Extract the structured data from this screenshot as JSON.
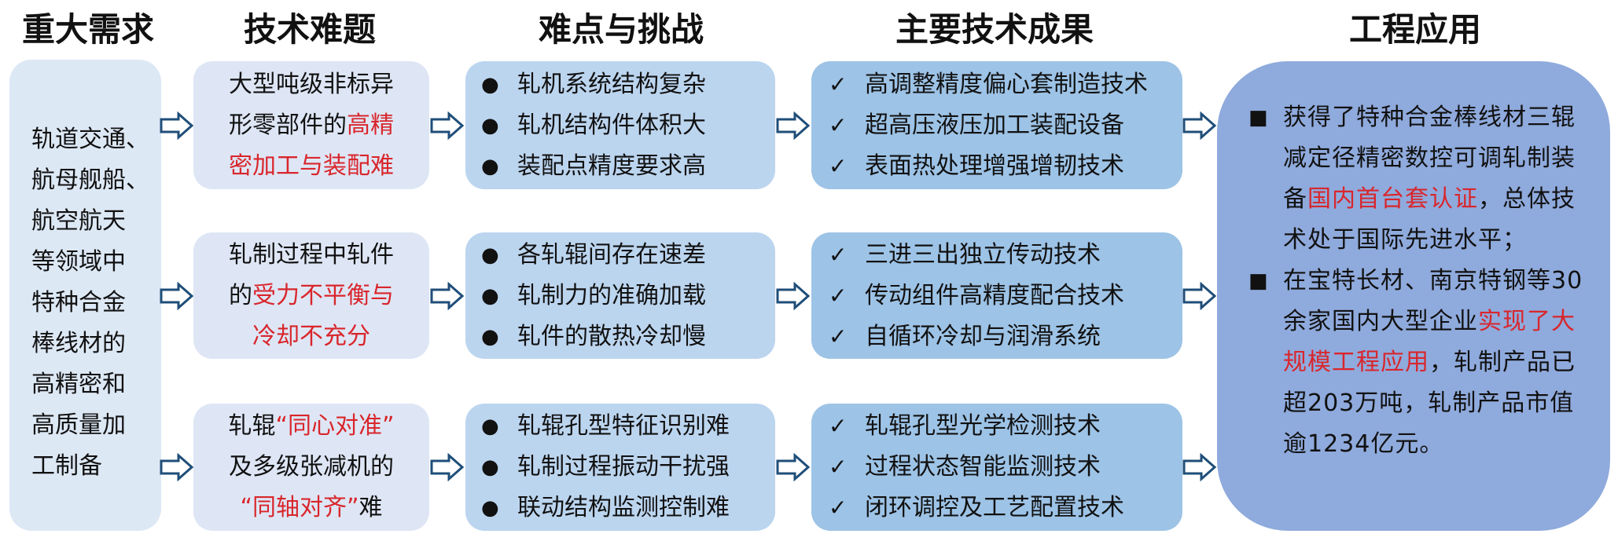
{
  "headers": {
    "demand": "重大需求",
    "problems": "技术难题",
    "challenges": "难点与挑战",
    "achievements": "主要技术成果",
    "application": "工程应用"
  },
  "demand": {
    "lines": [
      "轨道交通、",
      "航母舰船、",
      "航空航天",
      "等领域中",
      "特种合金",
      "棒线材的",
      "高精密和",
      "高质量加",
      "工制备"
    ]
  },
  "problems": [
    {
      "lines": [
        {
          "parts": [
            {
              "text": "大型吨级非标异",
              "emph": false
            }
          ]
        },
        {
          "parts": [
            {
              "text": "形零部件的",
              "emph": false
            },
            {
              "text": "高精",
              "emph": true
            }
          ]
        },
        {
          "parts": [
            {
              "text": "密加工与装配难",
              "emph": true
            }
          ]
        }
      ]
    },
    {
      "lines": [
        {
          "parts": [
            {
              "text": "轧制过程中轧件",
              "emph": false
            }
          ]
        },
        {
          "parts": [
            {
              "text": "的",
              "emph": false
            },
            {
              "text": "受力不平衡与",
              "emph": true
            }
          ]
        },
        {
          "parts": [
            {
              "text": "冷却不充分",
              "emph": true
            }
          ]
        }
      ]
    },
    {
      "lines": [
        {
          "parts": [
            {
              "text": "轧辊",
              "emph": false
            },
            {
              "text": "“同心对准”",
              "emph": true
            }
          ]
        },
        {
          "parts": [
            {
              "text": "及多级张减机的",
              "emph": false
            }
          ]
        },
        {
          "parts": [
            {
              "text": "“同轴对齐”",
              "emph": true
            },
            {
              "text": "难",
              "emph": false
            }
          ]
        }
      ]
    }
  ],
  "challenges": [
    [
      "轧机系统结构复杂",
      "轧机结构件体积大",
      "装配点精度要求高"
    ],
    [
      "各轧辊间存在速差",
      "轧制力的准确加载",
      "轧件的散热冷却慢"
    ],
    [
      "轧辊孔型特征识别难",
      "轧制过程振动干扰强",
      "联动结构监测控制难"
    ]
  ],
  "achievements": [
    [
      "高调整精度偏心套制造技术",
      "超高压液压加工装配设备",
      "表面热处理增强增韧技术"
    ],
    [
      "三进三出独立传动技术",
      "传动组件高精度配合技术",
      "自循环冷却与润滑系统"
    ],
    [
      "轧辊孔型光学检测技术",
      "过程状态智能监测技术",
      "闭环调控及工艺配置技术"
    ]
  ],
  "application": [
    {
      "parts": [
        {
          "text": "获得了特种合金棒线材三辊减定径精密数控可调轧制装备",
          "emph": false
        },
        {
          "text": "国内首台套认证",
          "emph": true
        },
        {
          "text": "，总体技术处于国际先进水平；",
          "emph": false
        }
      ]
    },
    {
      "parts": [
        {
          "text": "在宝特长材、南京特钢等30余家国内大型企业",
          "emph": false
        },
        {
          "text": "实现了大规模工程应用",
          "emph": true
        },
        {
          "text": "，轧制产品已超203万吨，轧制产品市值逾1234亿元。",
          "emph": false
        }
      ]
    }
  ],
  "symbols": {
    "bullet": "●",
    "check": "✓",
    "square": "■"
  },
  "colors": {
    "emphasis": "#d9262c",
    "demand_bg": "#dde8f5",
    "problem_bg": "#dee6f5",
    "challenge_bg": "#bcd5ef",
    "achievement_bg": "#9dc3e6",
    "application_bg": "#8faadc",
    "arrow_stroke": "#1f4e79"
  }
}
